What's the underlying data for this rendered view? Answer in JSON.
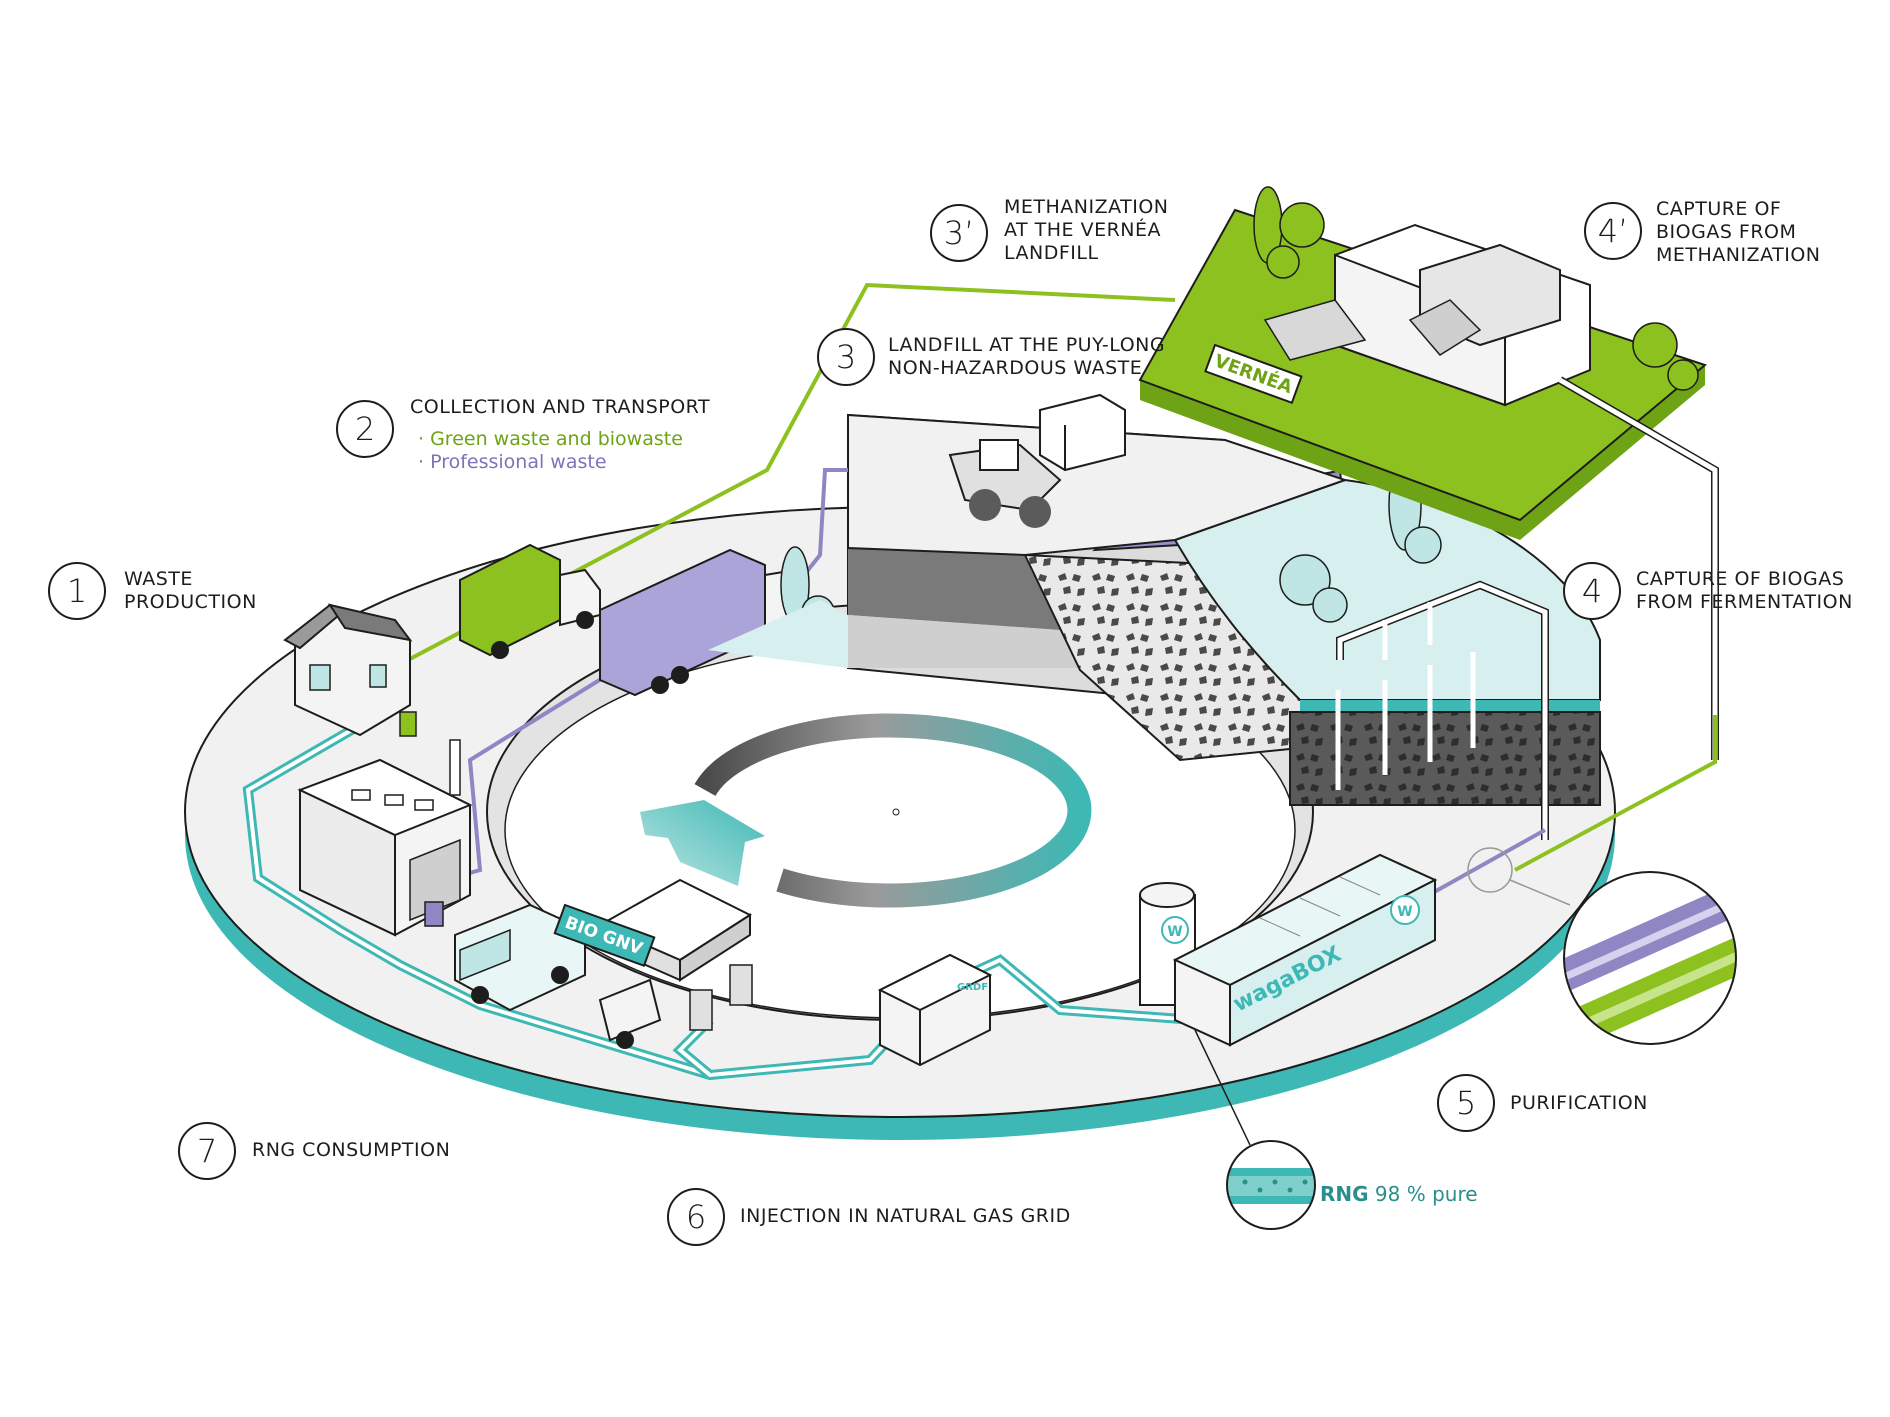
{
  "colors": {
    "green": "#8cc11f",
    "teal": "#3eb8b4",
    "teal_dark": "#2a8f8c",
    "purple": "#8f86c4",
    "gray_light": "#f1f1f1",
    "gray_dark": "#5b5b5b"
  },
  "steps": [
    {
      "number": "1",
      "label_lines": [
        "WASTE",
        "PRODUCTION"
      ]
    },
    {
      "number": "2",
      "label_lines": [
        "COLLECTION AND TRANSPORT"
      ],
      "sub_items": [
        "· Green waste and biowaste",
        "· Professional waste"
      ]
    },
    {
      "number": "3",
      "label_lines": [
        "LANDFILL AT THE PUY-LONG",
        "NON-HAZARDOUS WASTE"
      ]
    },
    {
      "number": "3’",
      "label_lines": [
        "METHANIZATION",
        "AT THE VERNÉA",
        "LANDFILL"
      ]
    },
    {
      "number": "4’",
      "label_lines": [
        "CAPTURE OF",
        "BIOGAS FROM",
        "METHANIZATION"
      ]
    },
    {
      "number": "4",
      "label_lines": [
        "CAPTURE OF BIOGAS",
        "FROM FERMENTATION"
      ]
    },
    {
      "number": "5",
      "label_lines": [
        "PURIFICATION"
      ]
    },
    {
      "number": "6",
      "label_lines": [
        "INJECTION IN NATURAL GAS GRID"
      ]
    },
    {
      "number": "7",
      "label_lines": [
        "RNG CONSUMPTION"
      ]
    }
  ],
  "rng_note": {
    "bold": "RNG",
    "rest": " 98 % pure"
  },
  "signs": {
    "vernea": "VERNÉA",
    "bio_gnv": "BIO GNV",
    "wagabox": "wagaBOX",
    "waga_logo": "W",
    "grdf": "GRDF"
  },
  "icons": [
    "house-icon",
    "factory-icon",
    "garbage-truck-icon",
    "semi-truck-icon",
    "bulldozer-icon",
    "bus-icon",
    "gas-station-icon",
    "gas-tank-icon",
    "wagabox-container-icon",
    "injection-station-icon",
    "cycle-arrow-icon",
    "tree-icon"
  ]
}
